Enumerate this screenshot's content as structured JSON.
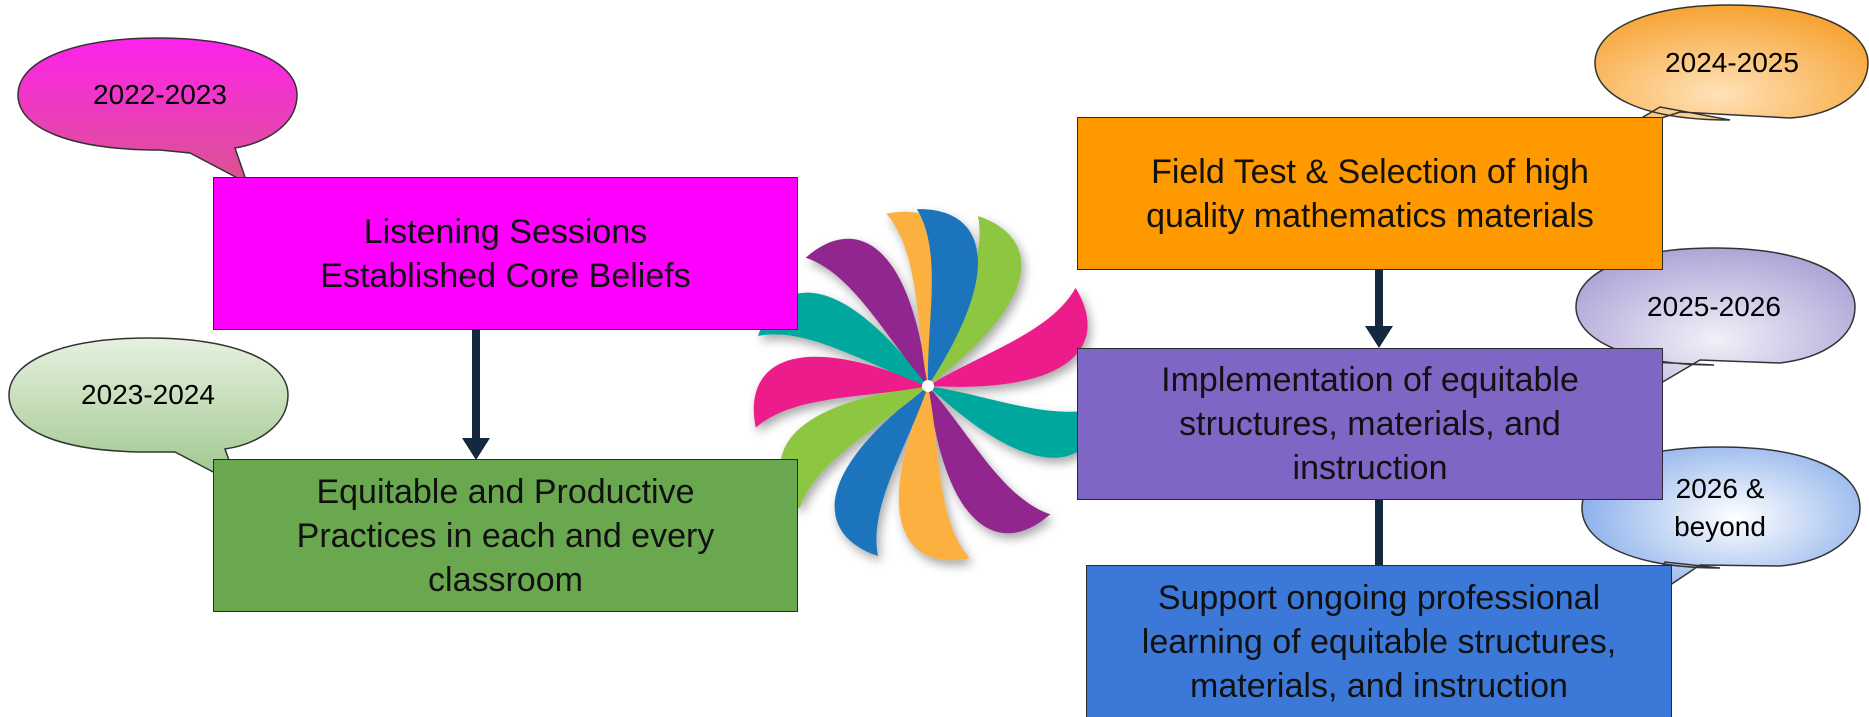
{
  "phases": [
    {
      "year": "2022-2023",
      "text_lines": [
        "Listening Sessions",
        "Established Core Beliefs"
      ],
      "color": "#ff00ff",
      "bubble_color": "#ee22cc"
    },
    {
      "year": "2023-2024",
      "text_lines": [
        "Equitable and Productive",
        "Practices in each and every",
        "classroom"
      ],
      "color": "#6aa84f",
      "bubble_color": "#c7dfbe"
    },
    {
      "year": "2024-2025",
      "text_lines": [
        "Field Test & Selection of high",
        "quality mathematics materials"
      ],
      "color": "#ff9900",
      "bubble_color": "#f8a030"
    },
    {
      "year": "2025-2026",
      "text_lines": [
        "Implementation of equitable",
        "structures, materials, and",
        "instruction"
      ],
      "color": "#8066c4",
      "bubble_color": "#b3a8d8"
    },
    {
      "year_lines": [
        "2026 &",
        "beyond"
      ],
      "text_lines": [
        "Support ongoing professional",
        "learning of equitable structures,",
        "materials, and instruction"
      ],
      "color": "#3c78d8",
      "bubble_color": "#a6c2ef"
    }
  ],
  "arrow_color": "#14283e"
}
